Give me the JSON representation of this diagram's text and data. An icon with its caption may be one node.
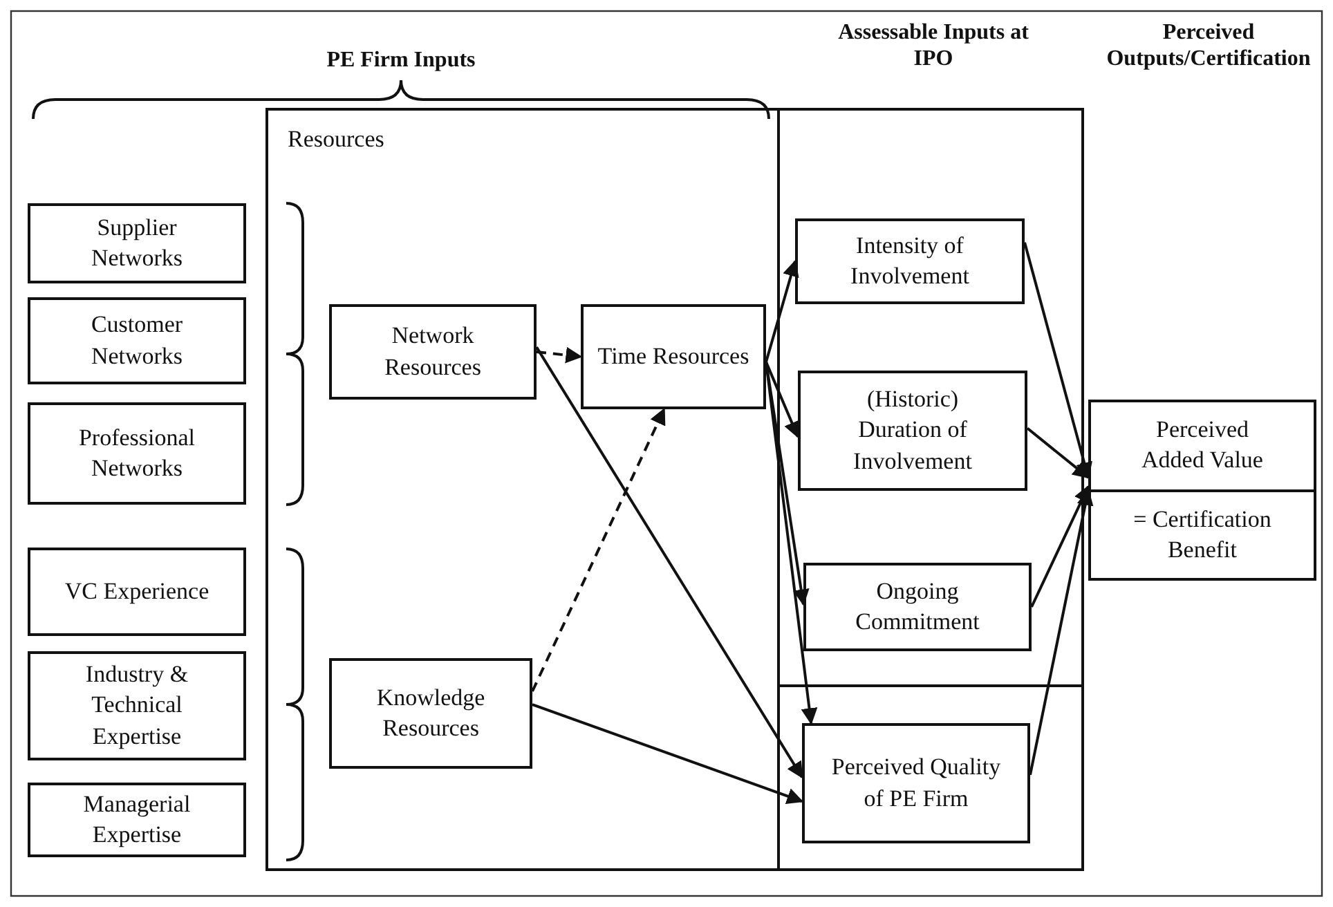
{
  "diagram": {
    "nodes": [
      {
        "text": [
          "Supplier Networks"
        ]
      },
      {
        "text": [
          "Customer Networks"
        ]
      },
      {
        "text": [
          "Professional Networks"
        ]
      },
      {
        "text": [
          "VC Experience"
        ]
      },
      {
        "text": [
          "Industry & Technical Expertise"
        ]
      },
      {
        "text": [
          "Managerial Expertise"
        ]
      },
      {
        "text": [
          "Resources"
        ]
      },
      {
        "text": [
          "Network Resources"
        ],
        "in": 6
      },
      {
        "text": [
          "Knowledge Resources"
        ],
        "in": 6
      },
      {
        "text": [
          "Time Resources"
        ],
        "in": 6
      },
      {
        "text": [
          "Assessable Inputs at IPO"
        ]
      },
      {
        "text": [
          "Intensity of Involvement"
        ],
        "in": 10
      },
      {
        "text": [
          "(Historic) Duration of Involvement"
        ],
        "in": 10
      },
      {
        "text": [
          "Ongoing Commitment"
        ],
        "in": 10
      },
      {
        "text": [
          "Perceived Quality of PE Firm"
        ],
        "in": 10
      },
      {
        "text": [
          "Perceived Added Value",
          "= Certification Benefit"
        ]
      }
    ],
    "edges": [
      {
        "from": 7,
        "to": 9,
        "arrow": "to",
        "style": "dashed"
      },
      {
        "from": 8,
        "to": 9,
        "arrow": "to",
        "style": "dashed"
      },
      {
        "from": 7,
        "to": 14,
        "arrow": "to"
      },
      {
        "from": 8,
        "to": 14,
        "arrow": "to"
      },
      {
        "from": 9,
        "to": 11,
        "arrow": "to"
      },
      {
        "from": 9,
        "to": 12,
        "arrow": "to"
      },
      {
        "from": 9,
        "to": 13,
        "arrow": "to"
      },
      {
        "from": 9,
        "to": 14,
        "arrow": "to"
      },
      {
        "from": 11,
        "to": 15,
        "arrow": "to"
      },
      {
        "from": 12,
        "to": 15,
        "arrow": "to"
      },
      {
        "from": 13,
        "to": 15,
        "arrow": "to"
      },
      {
        "from": 14,
        "to": 15,
        "arrow": "to"
      }
    ],
    "labels": [
      "PE Firm Inputs",
      "Perceived Outputs/Certification"
    ]
  }
}
